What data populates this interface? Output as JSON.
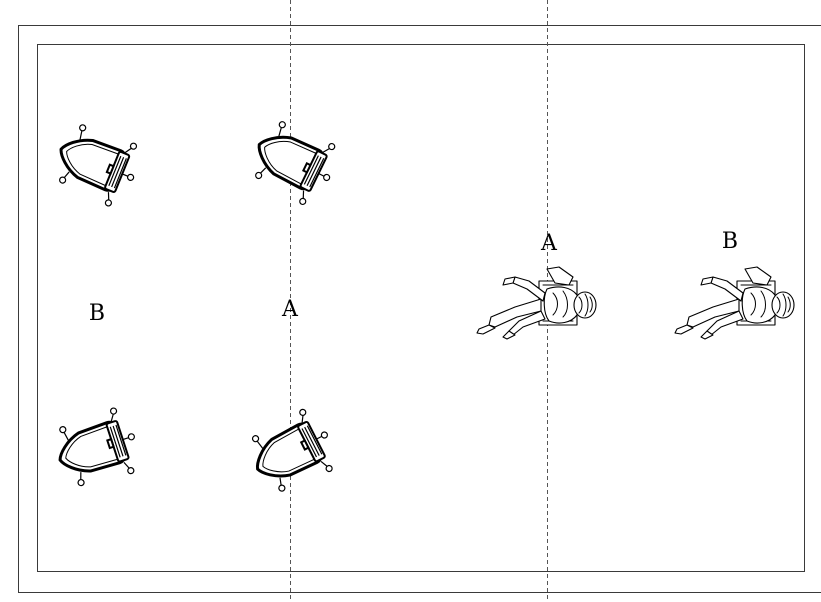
{
  "labels": {
    "chairs_left": "B",
    "chairs_right": "A",
    "figure_left": "A",
    "figure_right": "B"
  },
  "colors": {
    "background": "#ffffff",
    "ink": "#000000",
    "guide_line": "#555555"
  },
  "icons": {
    "chair": "office-chair-top-view-icon",
    "seated_person": "seated-person-top-view-icon"
  }
}
